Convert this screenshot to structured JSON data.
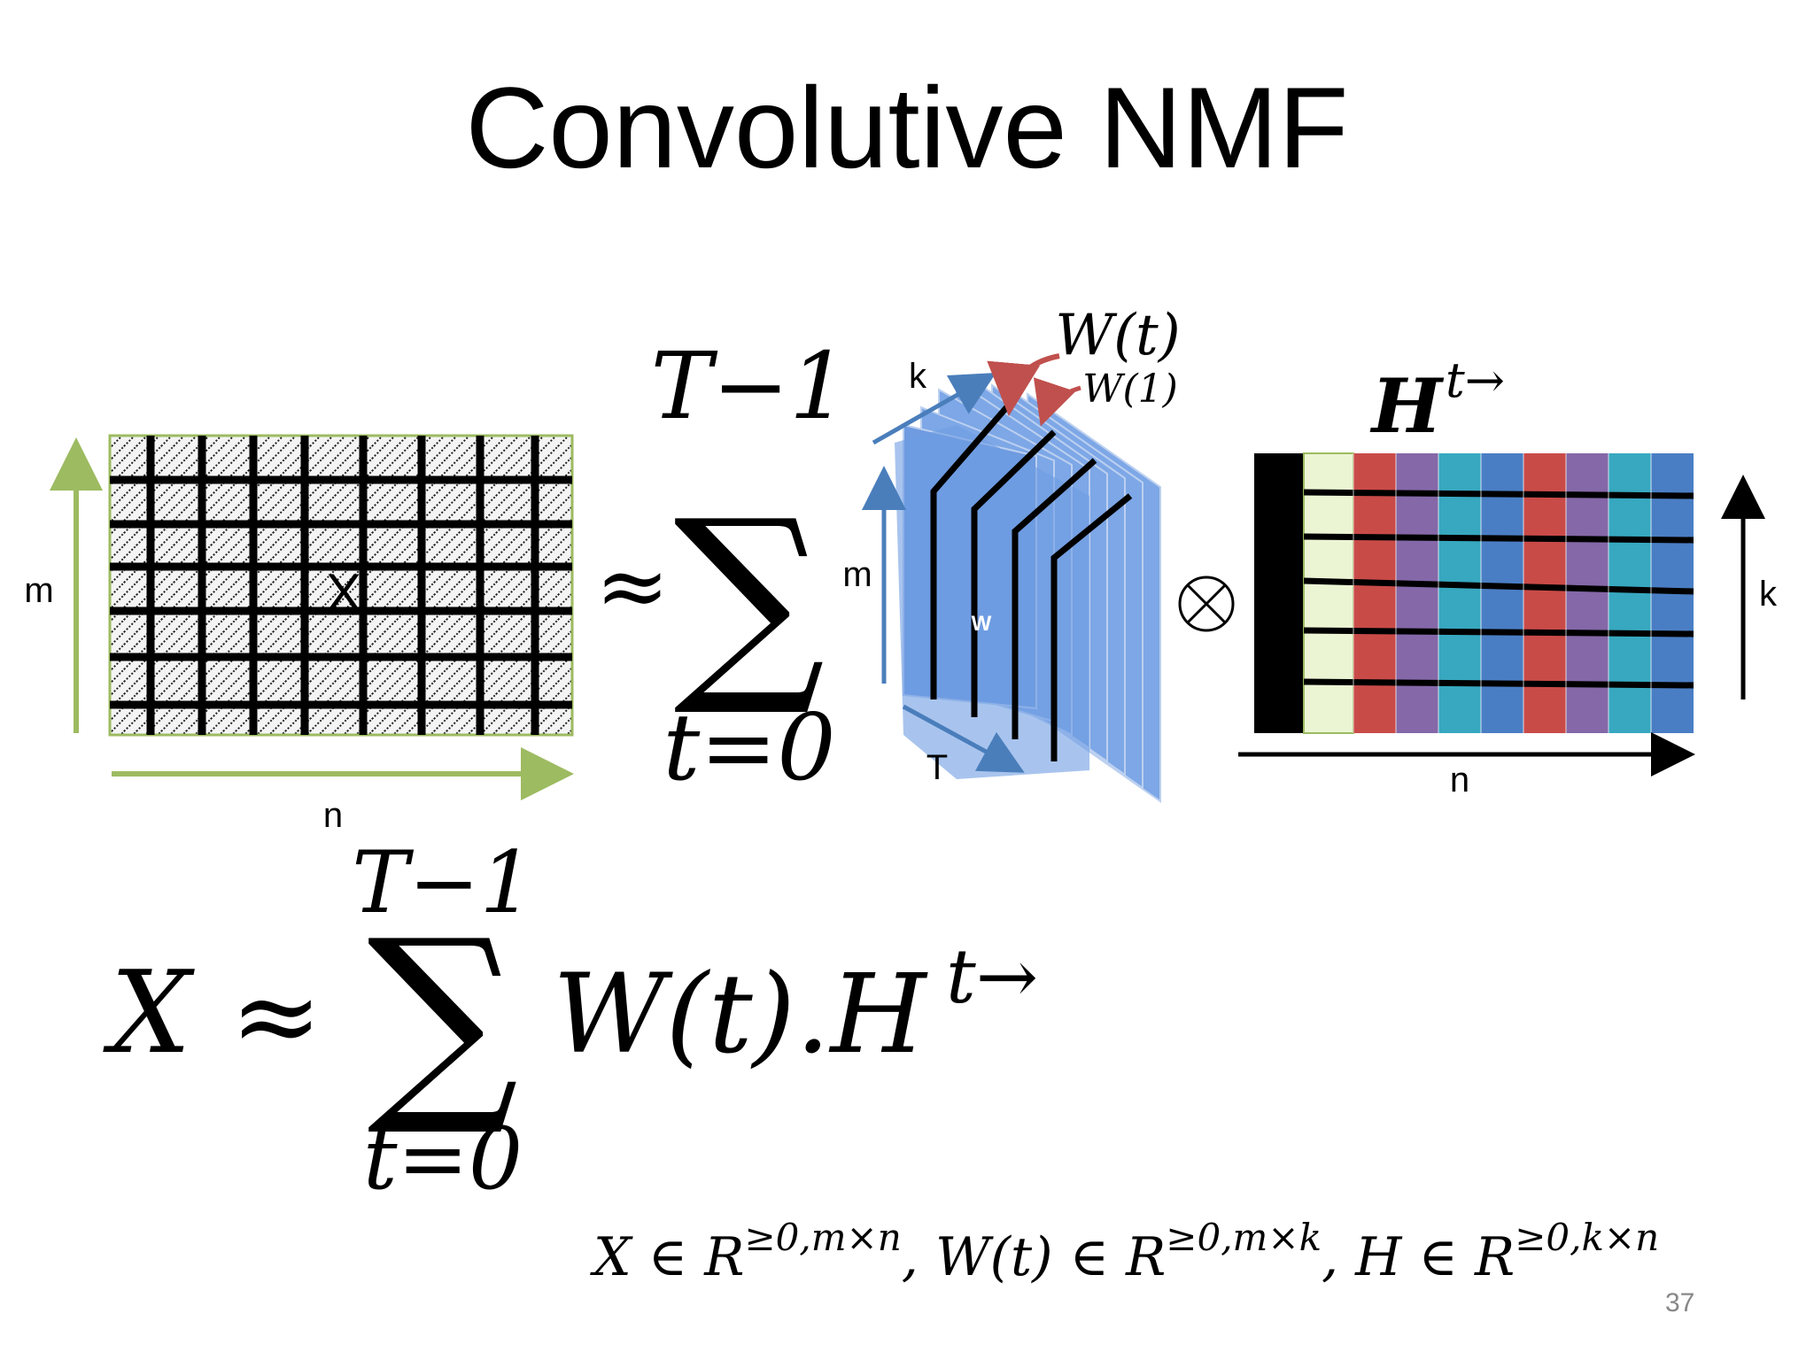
{
  "slide": {
    "title": "Convolutive NMF",
    "slide_number": "37"
  },
  "diagram": {
    "x_matrix": {
      "label": "X",
      "dim_vertical": "m",
      "dim_horizontal": "n",
      "arrow_color": "#9dbb61"
    },
    "approx_sum": {
      "approx_symbol": "≈",
      "sum_symbol": "∑",
      "upper": "T−1",
      "lower": "t=0"
    },
    "w_tensor": {
      "label": "W",
      "dim_k": "k",
      "dim_m": "m",
      "dim_t": "T",
      "callout_wt": "W(t)",
      "callout_w1": "W(1)",
      "face_color": "#7da7e6",
      "arrow_color": "#4a7ebb",
      "callout_arrow_color": "#c0504d"
    },
    "conv_operator": "⊗",
    "h_matrix": {
      "label": "H",
      "superscript": "t→",
      "dim_k": "k",
      "dim_n": "n",
      "column_colors": [
        "#000000",
        "#ebf5d3",
        "#c94b48",
        "#8468a8",
        "#37a8c0",
        "#4a7ec4",
        "#c94b48",
        "#8468a8",
        "#37a8c0",
        "#4a7ec4"
      ]
    }
  },
  "equation": {
    "lhs": "X",
    "approx": "≈",
    "sum": "∑",
    "upper": "T−1",
    "lower": "t=0",
    "term": "W(t).H",
    "superscript": "t→"
  },
  "constraints": {
    "x_part": "X ∈ R",
    "x_sup": "≥0,m×n",
    "w_part": ", W(t) ∈ R",
    "w_sup": "≥0,m×k",
    "h_part": ", H ∈ R",
    "h_sup": "≥0,k×n"
  }
}
